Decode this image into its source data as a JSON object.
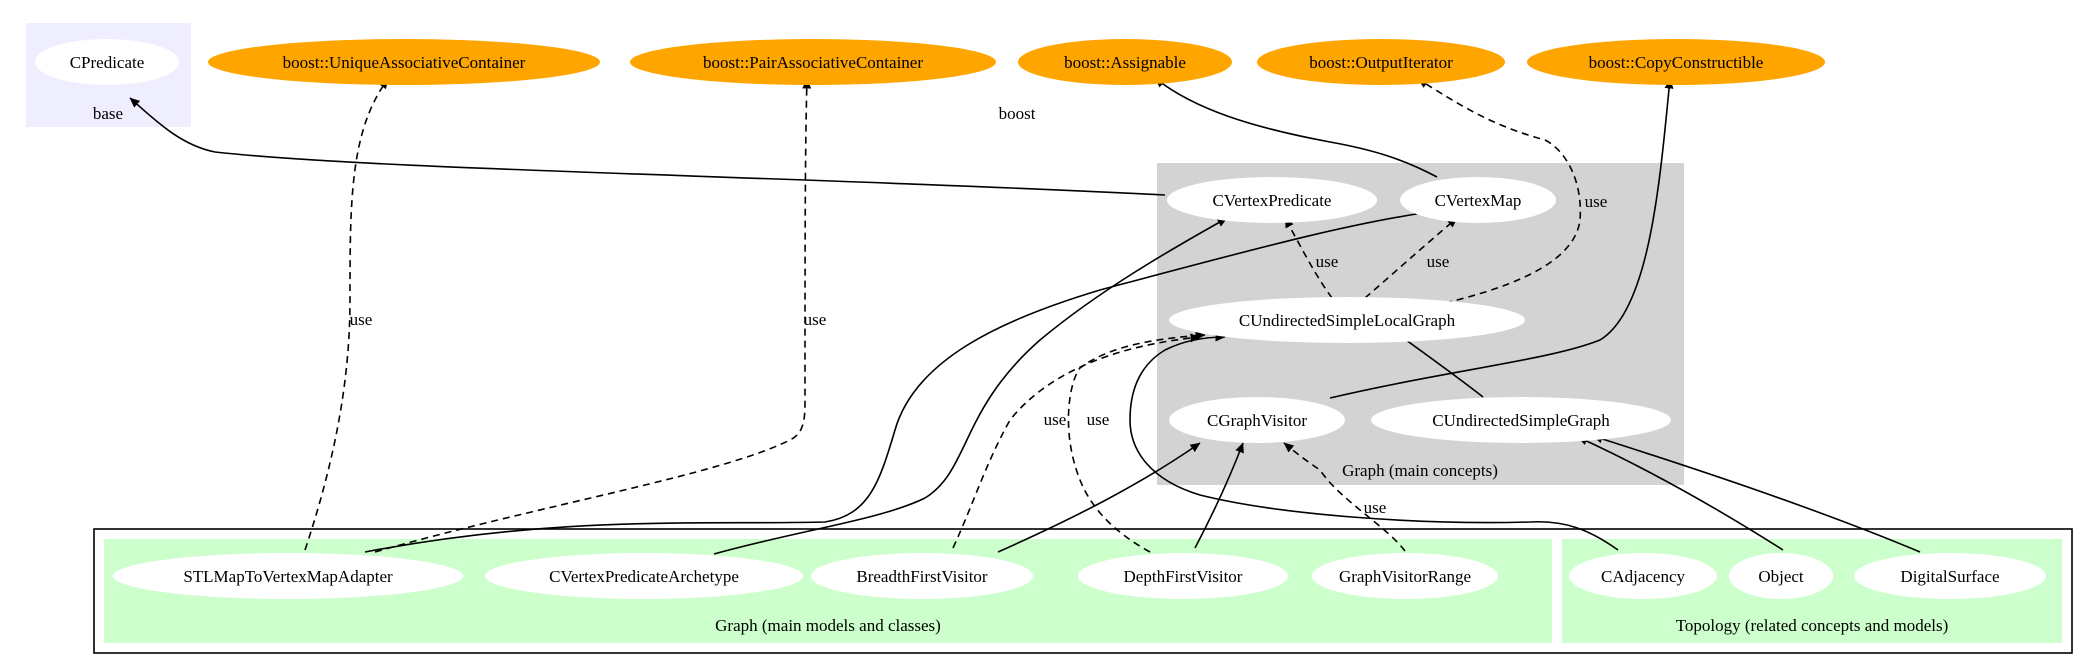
{
  "colors": {
    "boost_node": "#ffa500",
    "regular_node": "#ffffff",
    "base_cluster": "#eeeeff",
    "graph_concepts_cluster": "#d3d3d3",
    "models_cluster": "#ccffcc",
    "outer_cluster_border": "#000000"
  },
  "clusters": {
    "base": "base",
    "boost": "boost",
    "graph_concepts": "Graph (main concepts)",
    "graph_models": "Graph (main models and classes)",
    "topology": "Topology (related concepts and models)"
  },
  "nodes": {
    "cpredicate": "CPredicate",
    "unique_assoc": "boost::UniqueAssociativeContainer",
    "pair_assoc": "boost::PairAssociativeContainer",
    "assignable": "boost::Assignable",
    "output_iter": "boost::OutputIterator",
    "copy_constr": "boost::CopyConstructible",
    "cvertex_predicate": "CVertexPredicate",
    "cvertex_map": "CVertexMap",
    "cundirected_local": "CUndirectedSimpleLocalGraph",
    "cgraph_visitor": "CGraphVisitor",
    "cundirected_simple": "CUndirectedSimpleGraph",
    "stlmap_adapter": "STLMapToVertexMapAdapter",
    "cvp_archetype": "CVertexPredicateArchetype",
    "bfs_visitor": "BreadthFirstVisitor",
    "dfs_visitor": "DepthFirstVisitor",
    "visitor_range": "GraphVisitorRange",
    "cadjacency": "CAdjacency",
    "object": "Object",
    "digital_surface": "DigitalSurface"
  },
  "edge_label": "use",
  "edge_labels": {
    "unique": "use",
    "pair": "use",
    "output": "use",
    "vp": "use",
    "vm": "use",
    "bfs": "use",
    "dfs": "use",
    "range": "use"
  }
}
